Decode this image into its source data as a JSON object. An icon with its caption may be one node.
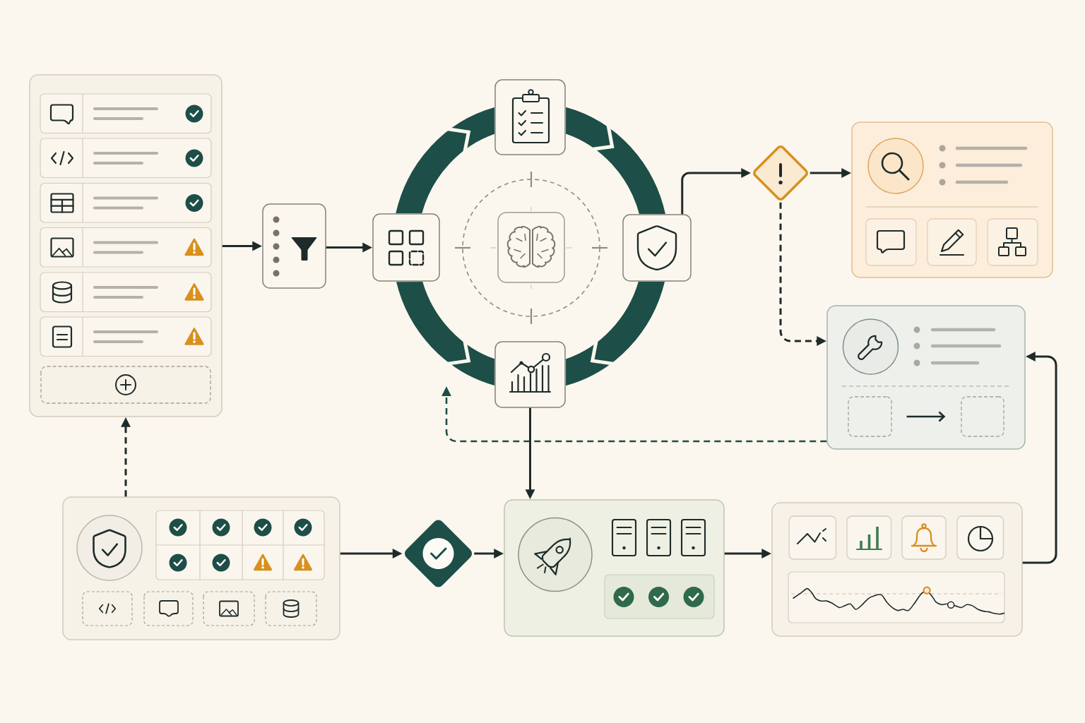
{
  "diagram": {
    "nodes": [
      {
        "text": [],
        "shape": "box"
      },
      {
        "text": [],
        "shape": "box"
      },
      {
        "text": [],
        "shape": "box"
      },
      {
        "text": [],
        "shape": "box"
      },
      {
        "text": [],
        "shape": "box"
      },
      {
        "text": [],
        "shape": "box"
      },
      {
        "text": [],
        "shape": "box"
      },
      {
        "text": [],
        "shape": "diamond"
      },
      {
        "text": [],
        "shape": "box"
      },
      {
        "text": [],
        "shape": "box"
      },
      {
        "text": [],
        "shape": "box",
        "in": 9
      },
      {
        "text": [],
        "shape": "box",
        "in": 9
      },
      {
        "text": [],
        "shape": "box"
      },
      {
        "text": [],
        "shape": "diamond"
      },
      {
        "text": [],
        "shape": "box"
      },
      {
        "text": [],
        "shape": "box"
      }
    ],
    "edges": [
      {
        "from": 0,
        "to": 1,
        "arrow": "to"
      },
      {
        "from": 1,
        "to": 2,
        "arrow": "to"
      },
      {
        "from": 2,
        "to": 3,
        "arrow": "to",
        "style": "thick",
        "color": "#1d4e48"
      },
      {
        "from": 3,
        "to": 5,
        "arrow": "to",
        "style": "thick",
        "color": "#1d4e48"
      },
      {
        "from": 5,
        "to": 6,
        "arrow": "to",
        "style": "thick",
        "color": "#1d4e48"
      },
      {
        "from": 2,
        "to": 6,
        "arrow": "to",
        "style": "thick",
        "color": "#1d4e48"
      },
      {
        "from": 5,
        "to": 7,
        "arrow": "to"
      },
      {
        "from": 7,
        "to": 8,
        "arrow": "to"
      },
      {
        "from": 7,
        "to": 9,
        "arrow": "to",
        "style": "dashed"
      },
      {
        "from": 10,
        "to": 11,
        "arrow": "to"
      },
      {
        "from": 9,
        "to": null,
        "arrow": "to",
        "style": "dashed",
        "color": "#1d4e48"
      },
      {
        "from": 6,
        "to": 14,
        "arrow": "to"
      },
      {
        "from": 12,
        "to": 0,
        "arrow": "to",
        "style": "dashed"
      },
      {
        "from": 12,
        "to": 13,
        "arrow": "to"
      },
      {
        "from": 13,
        "to": 14,
        "arrow": "to"
      },
      {
        "from": 14,
        "to": 15,
        "arrow": "to"
      },
      {
        "from": 15,
        "to": 9,
        "arrow": "to"
      }
    ]
  }
}
